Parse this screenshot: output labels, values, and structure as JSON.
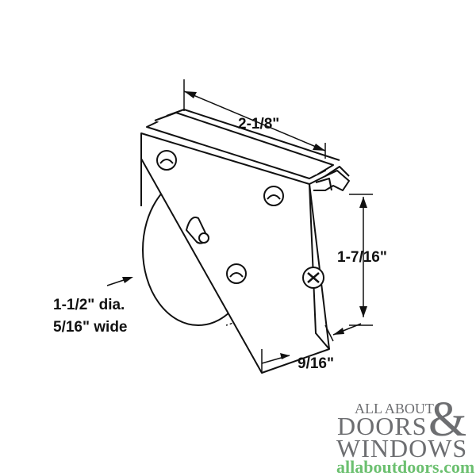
{
  "dimensions": {
    "length": "2-1/8\"",
    "height": "1-7/16\"",
    "width": "9/16\"",
    "wheel_diameter": "1-1/2\" dia.",
    "wheel_width": "5/16\" wide"
  },
  "logo": {
    "line1": "ALL ABOUT",
    "line2": "DOORS",
    "ampersand": "&",
    "line3": "WINDOWS",
    "url": "allaboutdoors.com",
    "colors": {
      "gray": "#6d6e71",
      "green": "#6cc070"
    }
  }
}
